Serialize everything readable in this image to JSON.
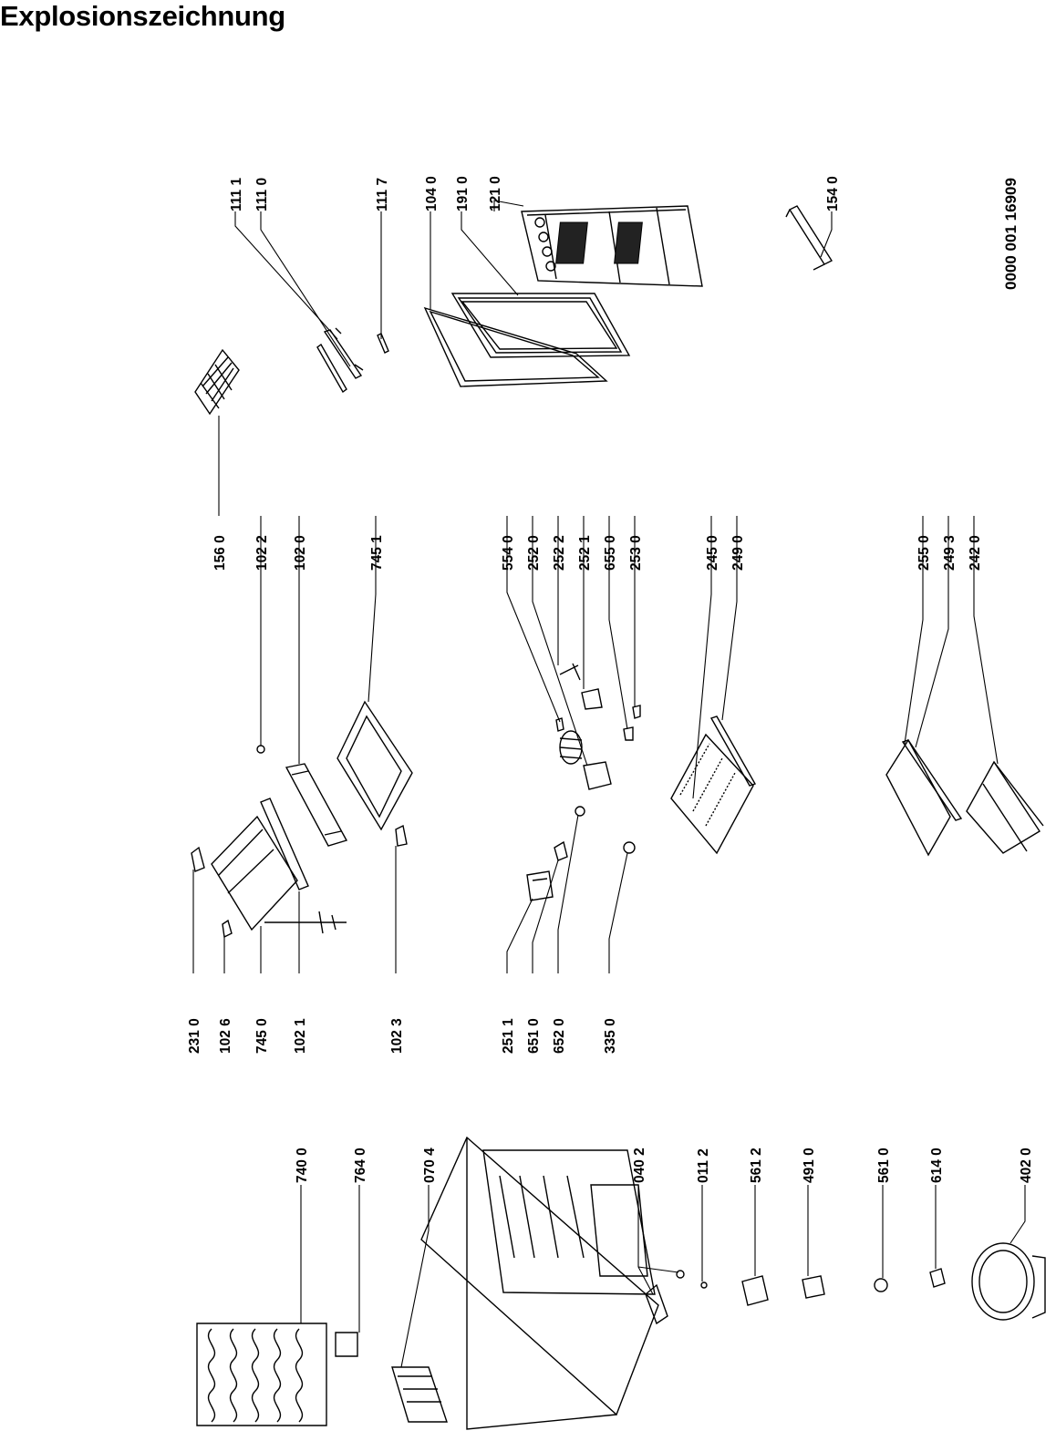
{
  "title": "Explosionszeichnung",
  "document_number": "0000 001 16909",
  "part_labels": [
    "111 1",
    "111 0",
    "111 7",
    "104 0",
    "191 0",
    "121 0",
    "154 0",
    "156 0",
    "102 2",
    "102 0",
    "745 1",
    "554 0",
    "252 0",
    "252 2",
    "252 1",
    "655 0",
    "253 0",
    "245 0",
    "249 0",
    "255 0",
    "249 3",
    "242 0",
    "231 0",
    "102 6",
    "745 0",
    "102 1",
    "102 3",
    "251 1",
    "651 0",
    "652 0",
    "335 0",
    "740 0",
    "764 0",
    "070 4",
    "040 2",
    "011 2",
    "561 2",
    "491 0",
    "561 0",
    "614 0",
    "402 0"
  ]
}
